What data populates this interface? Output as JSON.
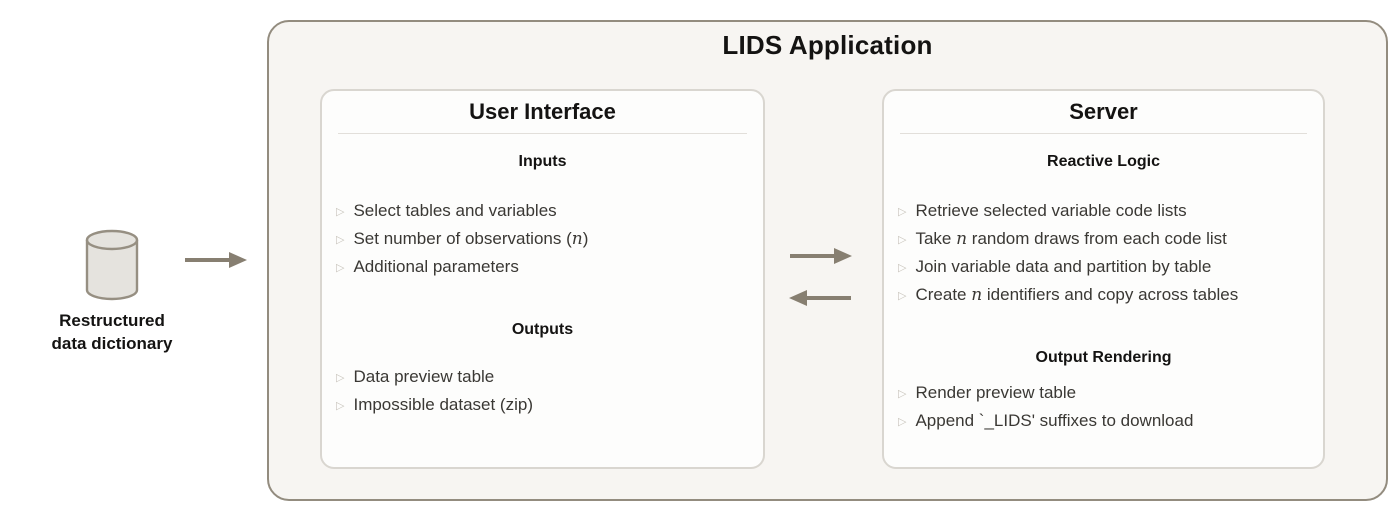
{
  "diagram": {
    "title": "LIDS Application",
    "source": {
      "icon": "database-icon",
      "label": "Restructured data dictionary"
    },
    "boxes": {
      "ui": {
        "title": "User Interface",
        "sections": [
          {
            "heading": "Inputs",
            "items": [
              "Select tables and variables",
              "Set number of observations (n)",
              "Additional parameters"
            ]
          },
          {
            "heading": "Outputs",
            "items": [
              "Data preview table",
              "Impossible dataset (zip)"
            ]
          }
        ]
      },
      "server": {
        "title": "Server",
        "sections": [
          {
            "heading": "Reactive Logic",
            "items": [
              "Retrieve selected variable code lists",
              "Take n random draws from each code list",
              "Join variable data and partition by table",
              "Create n identifiers and copy across tables"
            ]
          },
          {
            "heading": "Output Rendering",
            "items": [
              "Render preview table",
              "Append `_LIDS' suffixes to download"
            ]
          }
        ]
      }
    },
    "icons": {
      "feed_arrow": "arrow-right-icon",
      "request_arrow": "arrow-right-icon",
      "response_arrow": "arrow-left-icon",
      "list_bullet": "triangle-bullet-icon"
    },
    "colors": {
      "outer_border": "#938c7f",
      "outer_fill": "#f7f5f2",
      "inner_border": "#d9d6d0",
      "inner_fill": "#fdfdfc",
      "divider": "#e2dfda",
      "arrow": "#877f71",
      "bullet": "#c9c5bd",
      "cylinder_fill": "#e5e3de",
      "cylinder_stroke": "#968f82",
      "text_dark": "#141312",
      "text_body": "#3a3834"
    }
  }
}
